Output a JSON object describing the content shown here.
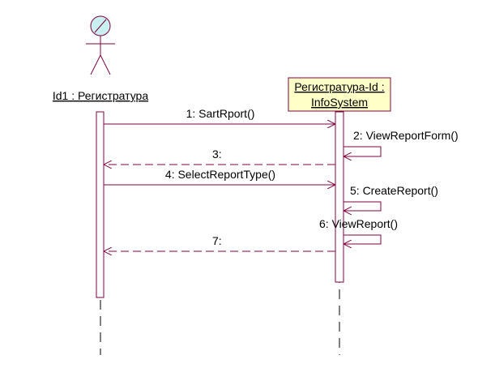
{
  "actor": {
    "label": "Id1 : Регистратура",
    "icon": "stick-figure-actor-icon"
  },
  "object": {
    "label_line1": "Регистратура-Id :",
    "label_line2": "InfoSystem"
  },
  "messages": [
    {
      "label": "1: SartRport()",
      "kind": "call",
      "from": "actor",
      "to": "object"
    },
    {
      "label": "2: ViewReportForm()",
      "kind": "self",
      "on": "object"
    },
    {
      "label": "3:",
      "kind": "return",
      "from": "object",
      "to": "actor"
    },
    {
      "label": "4: SelectReportType()",
      "kind": "call",
      "from": "actor",
      "to": "object"
    },
    {
      "label": "5: CreateReport()",
      "kind": "self",
      "on": "object"
    },
    {
      "label": "6: ViewReport()",
      "kind": "self",
      "on": "object"
    },
    {
      "label": "7:",
      "kind": "return",
      "from": "object",
      "to": "actor"
    }
  ],
  "colors": {
    "line": "#800040",
    "lifeline": "#000000",
    "actor_head_fill": "#c8f0f0",
    "object_fill": "#ffffc8",
    "object_border": "#800040"
  }
}
